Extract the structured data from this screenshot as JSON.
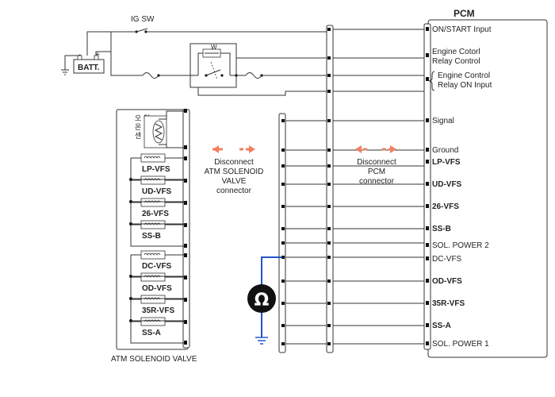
{
  "power": {
    "ig_sw": "IG SW",
    "battery": "BATT.",
    "plus": "+",
    "minus": "-"
  },
  "pcm": {
    "title": "PCM",
    "pins": [
      {
        "id": "on-start",
        "lines": [
          "ON/START Input"
        ],
        "bold": false
      },
      {
        "id": "engine-control-relay-control",
        "lines": [
          "Engine Cotorl",
          "Relay Control"
        ],
        "bold": false
      },
      {
        "id": "engine-control-relay-on-input",
        "lines": [
          "Engine Control",
          "Relay ON Input"
        ],
        "bold": false
      },
      {
        "id": "signal",
        "lines": [
          "Signal"
        ],
        "bold": false
      },
      {
        "id": "ground",
        "lines": [
          "Ground"
        ],
        "bold": false
      },
      {
        "id": "lp-vfs",
        "lines": [
          "LP-VFS"
        ],
        "bold": true
      },
      {
        "id": "ud-vfs",
        "lines": [
          "UD-VFS"
        ],
        "bold": true
      },
      {
        "id": "26-vfs",
        "lines": [
          "26-VFS"
        ],
        "bold": true
      },
      {
        "id": "ss-b",
        "lines": [
          "SS-B"
        ],
        "bold": true
      },
      {
        "id": "sol-power-2",
        "lines": [
          "SOL. POWER 2"
        ],
        "bold": false
      },
      {
        "id": "dc-vfs",
        "lines": [
          "DC-VFS"
        ],
        "bold": false
      },
      {
        "id": "od-vfs",
        "lines": [
          "OD-VFS"
        ],
        "bold": true
      },
      {
        "id": "35r-vfs",
        "lines": [
          "35R-VFS"
        ],
        "bold": true
      },
      {
        "id": "ss-a",
        "lines": [
          "SS-A"
        ],
        "bold": true
      },
      {
        "id": "sol-power-1",
        "lines": [
          "SOL. POWER 1"
        ],
        "bold": false
      }
    ]
  },
  "atm": {
    "caption": "ATM SOLENOID VALVE",
    "sensor_label": [
      "오",
      "일",
      "온",
      "도",
      "센",
      "서"
    ],
    "solenoids": [
      "LP-VFS",
      "UD-VFS",
      "26-VFS",
      "SS-B",
      "DC-VFS",
      "OD-VFS",
      "35R-VFS",
      "SS-A"
    ]
  },
  "notes": {
    "disconnect_atm": [
      "Disconnect",
      "ATM SOLENOID",
      "VALVE",
      "connector"
    ],
    "disconnect_pcm": [
      "Disconnect",
      "PCM",
      "connector"
    ]
  },
  "meter": {
    "symbol": "Ω"
  },
  "colors": {
    "arrow": "#f08060",
    "meter_wire": "#2255cc",
    "meter_body": "#111111",
    "ground": "#2255cc"
  }
}
